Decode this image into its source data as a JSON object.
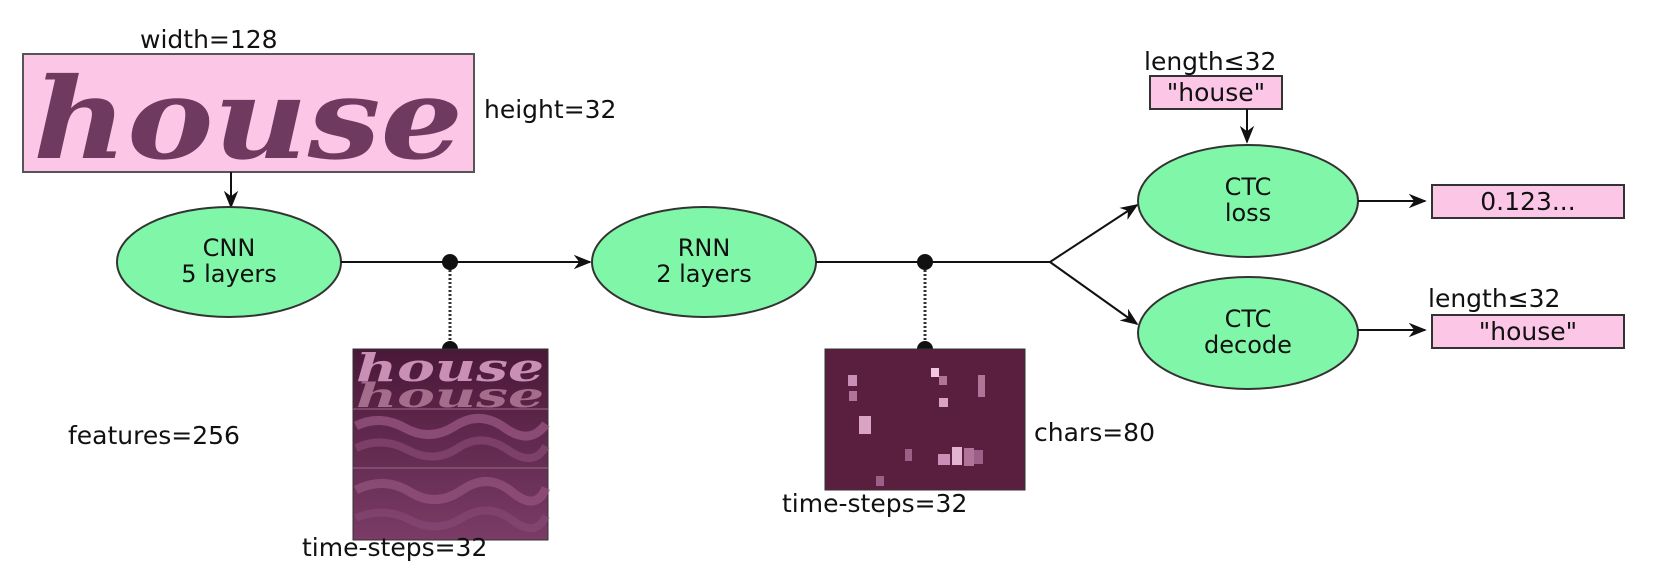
{
  "input": {
    "width_label": "width=128",
    "height_label": "height=32",
    "handwriting": "house"
  },
  "cnn": {
    "line1": "CNN",
    "line2": "5 layers"
  },
  "rnn": {
    "line1": "RNN",
    "line2": "2 layers"
  },
  "cnn_output": {
    "features_label": "features=256",
    "timesteps_label": "time-steps=32"
  },
  "rnn_output": {
    "chars_label": "chars=80",
    "timesteps_label": "time-steps=32"
  },
  "ctc_loss": {
    "line1": "CTC",
    "line2": "loss",
    "length_label": "length≤32",
    "gt_text": "\"house\"",
    "result": "0.123..."
  },
  "ctc_decode": {
    "line1": "CTC",
    "line2": "decode",
    "length_label": "length≤32",
    "result": "\"house\""
  },
  "colors": {
    "node_fill": "#80f7a8",
    "box_fill": "#fcc6e6",
    "matrix_dark": "#5a1f3f",
    "ink": "#6e3a60"
  }
}
